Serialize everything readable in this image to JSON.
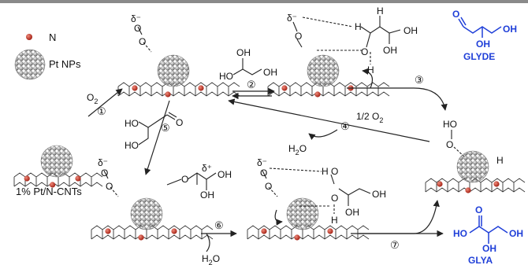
{
  "legend": {
    "nitrogen": "N",
    "platinum": "Pt NPs"
  },
  "catalyst_label": "1% Pt/N-CNTs",
  "reagents": {
    "oxygen": "O",
    "oxygen_sub": "2",
    "half_oxygen": "1/2 O",
    "half_oxygen_sub": "2",
    "water_top": "H",
    "water_top_sub": "2",
    "water_top_o": "O",
    "water_bottom": "H",
    "water_bottom_sub": "2",
    "water_bottom_o": "O"
  },
  "products": {
    "glyde": "GLYDE",
    "glya": "GLYA"
  },
  "charges": {
    "delta_minus": "δ⁻",
    "delta_plus": "δ⁺"
  },
  "atoms": {
    "O": "O",
    "H": "H",
    "OH": "OH",
    "HO": "HO"
  },
  "steps": [
    "①",
    "②",
    "③",
    "④",
    "⑤",
    "⑥",
    "⑦"
  ],
  "colors": {
    "nitrogen": "#c0392b",
    "platinum": "#9a9a9a",
    "product_label": "#1f3fd8"
  }
}
